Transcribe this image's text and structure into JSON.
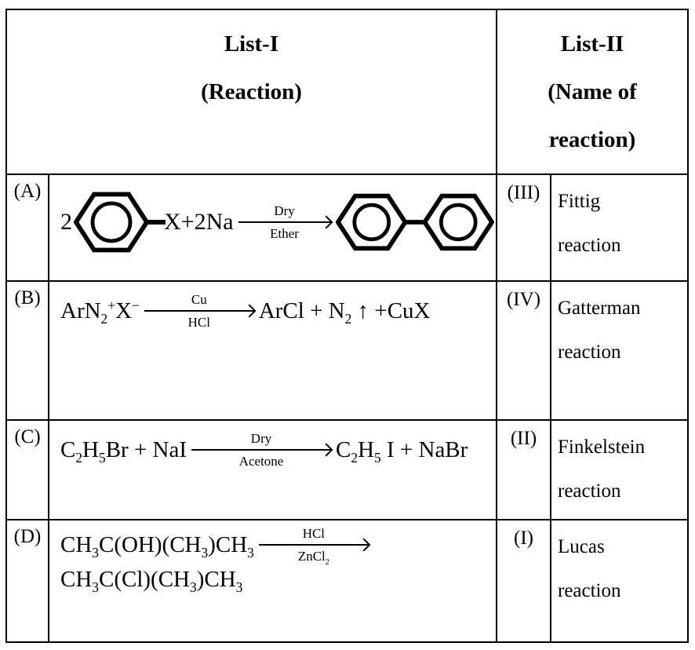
{
  "colors": {
    "border": "#000000",
    "text": "#000000",
    "background": "#ffffff"
  },
  "table": {
    "header": {
      "list1_title": "List-I",
      "list1_subtitle": "(Reaction)",
      "list2_title": "List-II",
      "list2_subtitle_line1": "(Name of",
      "list2_subtitle_line2": "reaction)"
    },
    "rows": [
      {
        "label": "(A)",
        "scheme": {
          "coefficient": "2",
          "reagent": "X+2Na",
          "arrow_above": "Dry",
          "arrow_below": "Ether"
        },
        "match_id": "(III)",
        "name_line1": "Fittig",
        "name_line2": "reaction"
      },
      {
        "label": "(B)",
        "lhs": [
          {
            "t": "ArN"
          },
          {
            "b": "2"
          },
          {
            "p": "+"
          },
          {
            "t": "X"
          },
          {
            "p": "−"
          }
        ],
        "arrow_above": [
          {
            "t": "Cu"
          }
        ],
        "arrow_below": [
          {
            "t": "HCl"
          }
        ],
        "rhs": [
          {
            "t": "ArCl + N"
          },
          {
            "b": "2"
          },
          {
            "t": " ↑ +CuX"
          }
        ],
        "match_id": "(IV)",
        "name_line1": "Gatterman",
        "name_line2": "reaction"
      },
      {
        "label": "(C)",
        "lhs": [
          {
            "t": "C"
          },
          {
            "b": "2"
          },
          {
            "t": "H"
          },
          {
            "b": "5"
          },
          {
            "t": "Br + NaI"
          }
        ],
        "arrow_above": [
          {
            "t": "Dry"
          }
        ],
        "arrow_below": [
          {
            "t": "Acetone"
          }
        ],
        "rhs": [
          {
            "t": "C"
          },
          {
            "b": "2"
          },
          {
            "t": "H"
          },
          {
            "b": "5"
          },
          {
            "t": " I + NaBr"
          }
        ],
        "match_id": "(II)",
        "name_line1": "Finkelstein",
        "name_line2": "reaction"
      },
      {
        "label": "(D)",
        "lhs": [
          {
            "t": "CH"
          },
          {
            "b": "3"
          },
          {
            "t": "C(OH)(CH"
          },
          {
            "b": "3"
          },
          {
            "t": ")CH"
          },
          {
            "b": "3"
          }
        ],
        "arrow_above": [
          {
            "t": "HCl"
          }
        ],
        "arrow_below": [
          {
            "t": "ZnCl"
          },
          {
            "b": "2"
          }
        ],
        "line2": [
          {
            "t": "CH"
          },
          {
            "b": "3"
          },
          {
            "t": "C(Cl)(CH"
          },
          {
            "b": "3"
          },
          {
            "t": ")CH"
          },
          {
            "b": "3"
          }
        ],
        "match_id": "(I)",
        "name_line1": "Lucas",
        "name_line2": "reaction"
      }
    ]
  }
}
